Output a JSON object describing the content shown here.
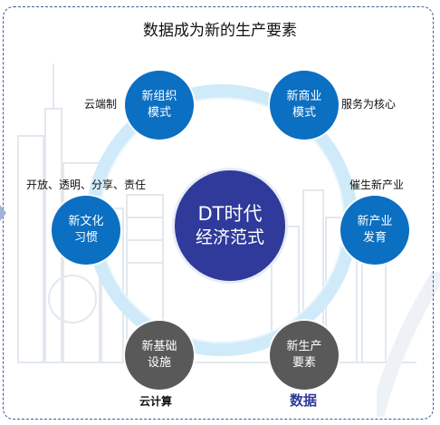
{
  "title": "数据成为新的生产要素",
  "center": {
    "line1": "DT时代",
    "line2": "经济范式"
  },
  "nodes": {
    "org": {
      "line1": "新组织",
      "line2": "模式",
      "label": "云端制"
    },
    "biz": {
      "line1": "新商业",
      "line2": "模式",
      "label": "服务为核心"
    },
    "culture": {
      "line1": "新文化",
      "line2": "习惯",
      "label": "开放、透明、分享、责任"
    },
    "industry": {
      "line1": "新产业",
      "line2": "发育",
      "label": "催生新产业"
    },
    "infra": {
      "line1": "新基础",
      "line2": "设施",
      "label": "云计算"
    },
    "factor": {
      "line1": "新生产",
      "line2": "要素",
      "label": "数据"
    }
  },
  "colors": {
    "node_blue": "#0b6fc2",
    "node_gray": "#595959",
    "center": "#2f3a9a",
    "ring": "#cfeaf8"
  }
}
